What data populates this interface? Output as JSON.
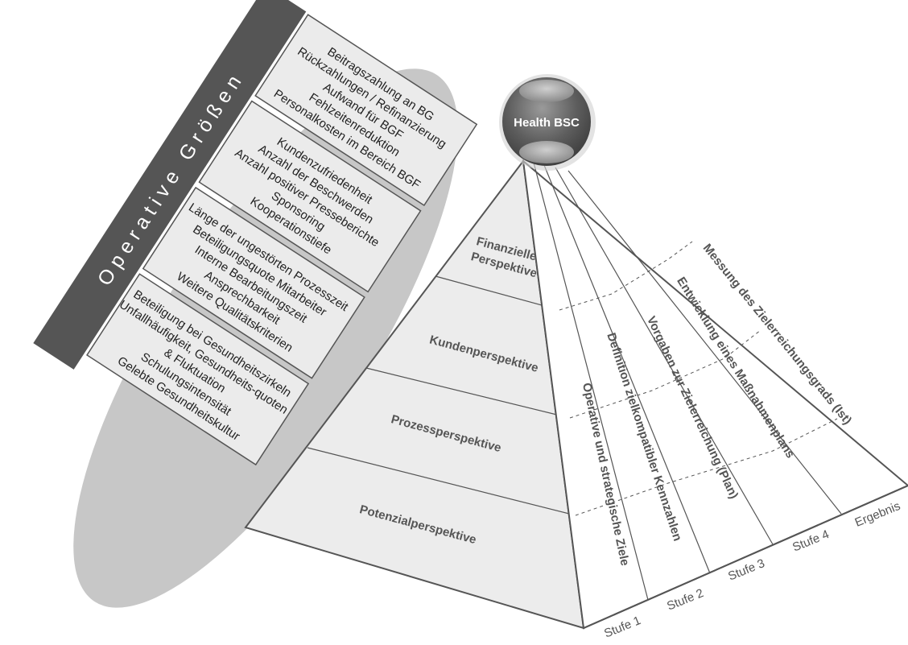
{
  "banner": {
    "title": "Operative Größen"
  },
  "hub": {
    "label": "Health BSC"
  },
  "metric_groups": [
    {
      "lines": [
        "Beitragszahlung an BG",
        "Rückzahlungen / Refinanzierung",
        "Aufwand für BGF",
        "Fehlzeitenreduktion",
        "Personalkosten im Bereich BGF"
      ]
    },
    {
      "lines": [
        "Kundenzufriedenheit",
        "Anzahl der Beschwerden",
        "Anzahl positiver Presseberichte",
        "Sponsoring",
        "Kooperationstiefe"
      ]
    },
    {
      "lines": [
        "Länge der ungestörten Prozesszeit",
        "Beteiligungsquote Mitarbeiter",
        "Interne Bearbeitungszeit",
        "Ansprechbarkeit",
        "Weitere Qualitätskriterien"
      ]
    },
    {
      "lines": [
        "Beteiligung bei Gesundheitszirkeln",
        "Unfallhäufigkeit, Gesundheits-quoten",
        "& Fluktuation",
        "Schulungsintensität",
        "Gelebte Gesundheitskultur"
      ]
    }
  ],
  "perspectives": [
    {
      "lines": [
        "Finanzielle",
        "Perspektive"
      ]
    },
    {
      "lines": [
        "Kundenperspektive"
      ]
    },
    {
      "lines": [
        "Prozessperspektive"
      ]
    },
    {
      "lines": [
        "Potenzialperspektive"
      ]
    }
  ],
  "steps": [
    {
      "title": "Operative und strategische Ziele",
      "stage": "Stufe 1"
    },
    {
      "title": "Definition zielkompatibler Kennzahlen",
      "stage": "Stufe 2"
    },
    {
      "title": "Vorgaben zur Zielerreichung (Plan)",
      "stage": "Stufe 3"
    },
    {
      "title": "Entwicklung eines Maßnahmenplans",
      "stage": "Stufe 4"
    },
    {
      "title": "Messung des Zielerreichungsgrads (Ist)",
      "stage": "Ergebnis"
    }
  ]
}
